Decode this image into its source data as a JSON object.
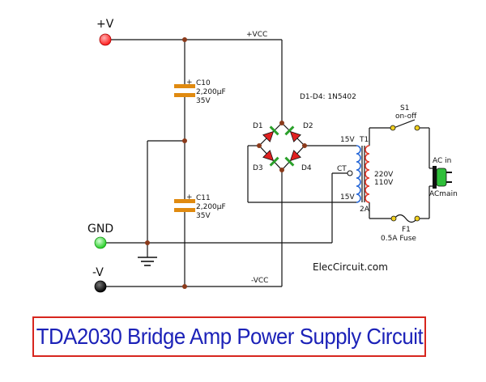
{
  "labels": {
    "plus_v": "+V",
    "plus_vcc": "+VCC",
    "gnd": "GND",
    "minus_v": "-V",
    "minus_vcc": "-VCC",
    "c10_name": "C10",
    "c10_value": "2,200µF",
    "c10_voltage": "35V",
    "c11_name": "C11",
    "c11_value": "2,200µF",
    "c11_voltage": "35V",
    "diodes_note": "D1-D4: 1N5402",
    "d1": "D1",
    "d2": "D2",
    "d3": "D3",
    "d4": "D4",
    "sec_top": "15V",
    "sec_bottom": "15V",
    "ct": "CT",
    "t1": "T1",
    "pri_220": "220V",
    "pri_110": "110V",
    "amps": "2A",
    "s1": "S1",
    "s1_desc": "on-off",
    "ac_in": "AC in",
    "ac_main": "ACmain",
    "f1": "F1",
    "f1_desc": "0.5A Fuse",
    "site": "ElecCircuit.com",
    "plus_sign_c10": "+",
    "plus_sign_c11": "+"
  },
  "title": "TDA2030 Bridge Amp Power Supply Circuit",
  "colors": {
    "wire": "#111111",
    "node": "#8b3a1a",
    "capacitor": "#e08a10",
    "diode_fill": "#e02020",
    "diode_bar": "#2aa02a",
    "terminal_plus": "#ff2020",
    "terminal_gnd": "#33dd33",
    "terminal_minus": "#111111",
    "coil_secondary": "#2a6ad8",
    "coil_primary": "#e23a2a",
    "switch_contact": "#f0d020",
    "plug": "#2fbf3a",
    "title_text": "#1c22b8",
    "title_border": "#d7261e"
  }
}
